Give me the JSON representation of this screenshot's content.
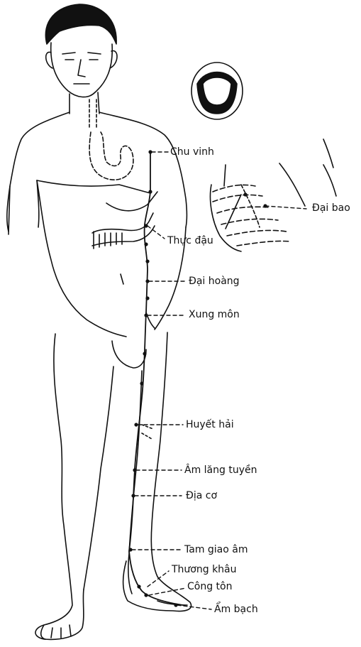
{
  "diagram": {
    "subject": "Spleen meridian acupuncture points on the human body",
    "ink_color": "#111111",
    "background_color": "#ffffff",
    "points": [
      {
        "id": "chu-vinh",
        "label": "Chu vinh"
      },
      {
        "id": "dai-bao",
        "label": "Đại bao"
      },
      {
        "id": "thuc-dau",
        "label": "Thực đậu"
      },
      {
        "id": "dai-hoang",
        "label": "Đại hoàng"
      },
      {
        "id": "xung-mon",
        "label": "Xung môn"
      },
      {
        "id": "huyet-hai",
        "label": "Huyết hải"
      },
      {
        "id": "am-lang-tuyen",
        "label": "Âm lăng tuyền"
      },
      {
        "id": "dia-co",
        "label": "Địa cơ"
      },
      {
        "id": "tam-giao-am",
        "label": "Tam giao âm"
      },
      {
        "id": "thuong-khau",
        "label": "Thương khâu"
      },
      {
        "id": "cong-ton",
        "label": "Công tôn"
      },
      {
        "id": "am-bach",
        "label": "Ẩm bạch"
      }
    ]
  }
}
